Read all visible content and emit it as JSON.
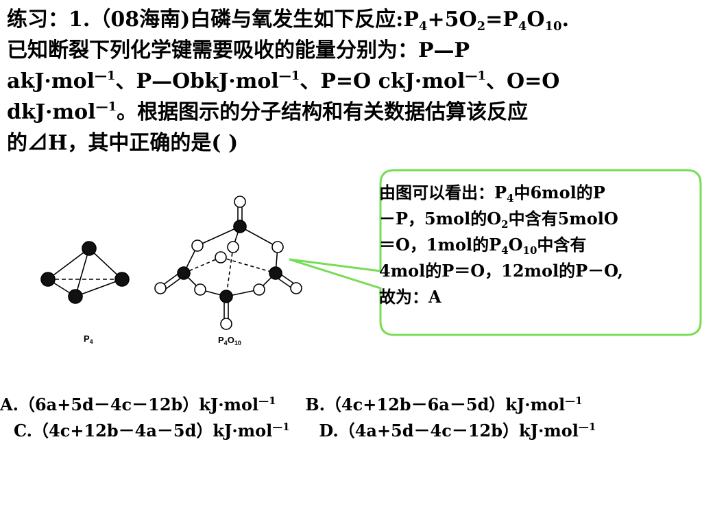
{
  "question": {
    "l1_a": "练习：1.（08海南)白磷与氧发生如下反应:P",
    "l1_b": "4",
    "l1_c": "+5O",
    "l1_d": "2",
    "l1_e": "=P",
    "l1_f": "4",
    "l1_g": "O",
    "l1_h": "10",
    "l1_i": ".",
    "l2": "已知断裂下列化学键需要吸收的能量分别为：P—P",
    "l3_a": "akJ·mol",
    "l3_b": "—1",
    "l3_c": "、P—ObkJ·mol",
    "l3_d": "—1",
    "l3_e": "、P=O ckJ·mol",
    "l3_f": "—1",
    "l3_g": "、O=O",
    "l4_a": "dkJ·mol",
    "l4_b": "—1",
    "l4_c": "。根据图示的分子结构和有关数据估算该反应",
    "l5": "的⊿H，其中正确的是(     )"
  },
  "figure": {
    "label_p4_main": "P",
    "label_p4_sub": "4",
    "label_p4o10_a": "P",
    "label_p4o10_b": "4",
    "label_p4o10_c": "O",
    "label_p4o10_d": "10"
  },
  "callout": {
    "l1_a": "由图可以看出：P",
    "l1_b": "4",
    "l1_c": "中6mol的P",
    "l2_a": "－P，5mol的O",
    "l2_b": "2",
    "l2_c": "中含有5molO",
    "l3_a": "＝O，1mol的P",
    "l3_b": "4",
    "l3_c": "O",
    "l3_d": "10",
    "l3_e": "中含有",
    "l4": "4mol的P＝O，12mol的P－O,",
    "l5": "故为：A"
  },
  "options": {
    "a": "A.（6a+5d－4c－12b）kJ·mol",
    "a_sup": "—1",
    "b": "B.（4c+12b－6a－5d）kJ·mol",
    "b_sup": "—1",
    "c": "C.（4c+12b－4a－5d）kJ·mol",
    "c_sup": "—1",
    "d": "D.（4a+5d－4c－12b）kJ·mol",
    "d_sup": "—1"
  },
  "colors": {
    "callout_border": "#77dd55",
    "atom_fill_dark": "#111111",
    "atom_fill_light": "#ffffff"
  }
}
